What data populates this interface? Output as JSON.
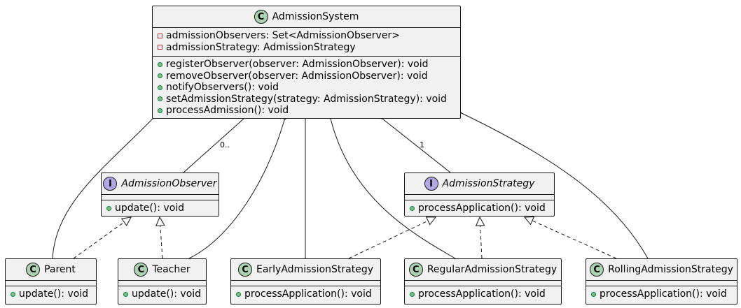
{
  "classes": {
    "admission_system": {
      "name": "AdmissionSystem",
      "kind": "C",
      "fields": [
        "admissionObservers: Set<AdmissionObserver>",
        "admissionStrategy: AdmissionStrategy"
      ],
      "methods": [
        "registerObserver(observer: AdmissionObserver): void",
        "removeObserver(observer: AdmissionObserver): void",
        "notifyObservers(): void",
        "setAdmissionStrategy(strategy: AdmissionStrategy): void",
        "processAdmission(): void"
      ]
    },
    "admission_observer": {
      "name": "AdmissionObserver",
      "kind": "I",
      "methods": [
        "update(): void"
      ]
    },
    "admission_strategy": {
      "name": "AdmissionStrategy",
      "kind": "I",
      "methods": [
        "processApplication(): void"
      ]
    },
    "parent": {
      "name": "Parent",
      "kind": "C",
      "methods": [
        "update(): void"
      ]
    },
    "teacher": {
      "name": "Teacher",
      "kind": "C",
      "methods": [
        "update(): void"
      ]
    },
    "early": {
      "name": "EarlyAdmissionStrategy",
      "kind": "C",
      "methods": [
        "processApplication(): void"
      ]
    },
    "regular": {
      "name": "RegularAdmissionStrategy",
      "kind": "C",
      "methods": [
        "processApplication(): void"
      ]
    },
    "rolling": {
      "name": "RollingAdmissionStrategy",
      "kind": "C",
      "methods": [
        "processApplication(): void"
      ]
    }
  },
  "labels": {
    "observer_mult": "0..",
    "strategy_mult": "1"
  }
}
